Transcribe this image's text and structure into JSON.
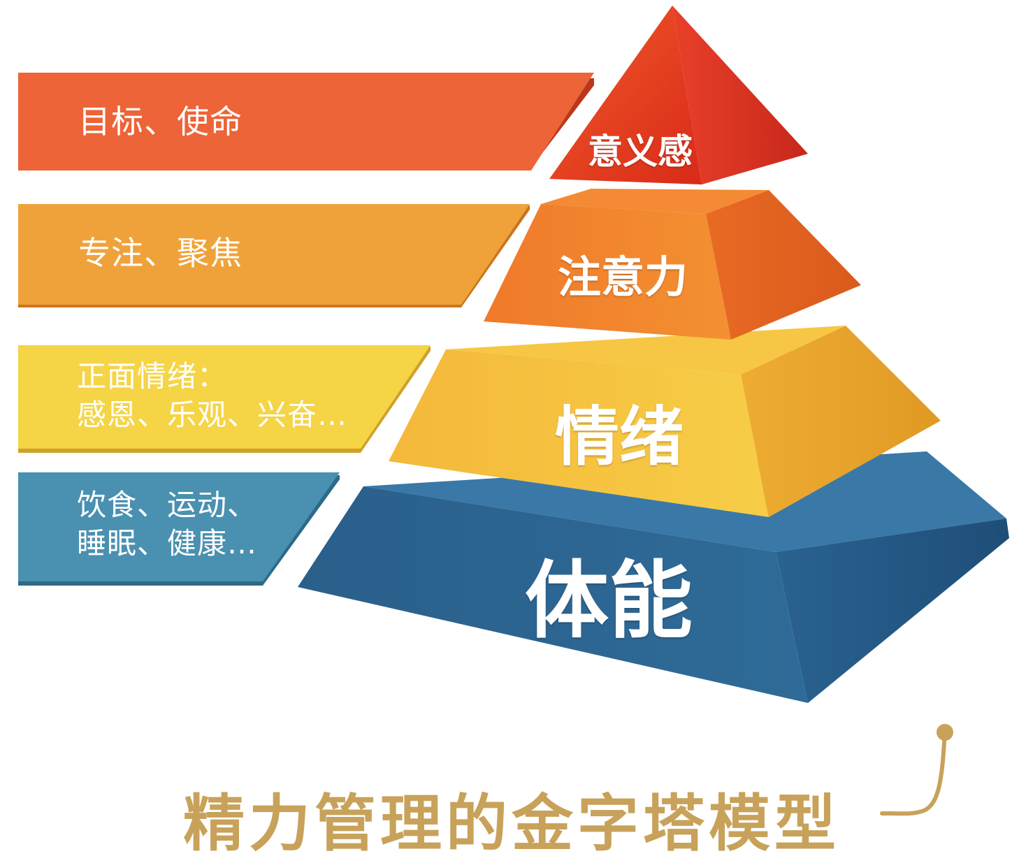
{
  "bands": [
    {
      "id": "meaning",
      "text": "目标、使命"
    },
    {
      "id": "attention",
      "text": "专注、聚焦"
    },
    {
      "id": "emotion",
      "text": "正面情绪：\n感恩、乐观、兴奋…"
    },
    {
      "id": "physical",
      "text": "饮食、运动、\n睡眠、健康…"
    }
  ],
  "tiers": [
    {
      "id": "meaning",
      "label": "意义感"
    },
    {
      "id": "attention",
      "label": "注意力"
    },
    {
      "id": "emotion",
      "label": "情绪"
    },
    {
      "id": "physical",
      "label": "体能"
    }
  ],
  "caption": "精力管理的金字塔模型",
  "colors": {
    "red": "#e5321e",
    "orange": "#ee7a2c",
    "amber": "#f0a53a",
    "yellow": "#f5c842",
    "blue": "#2e6a96",
    "caption": "#c8a25a"
  }
}
